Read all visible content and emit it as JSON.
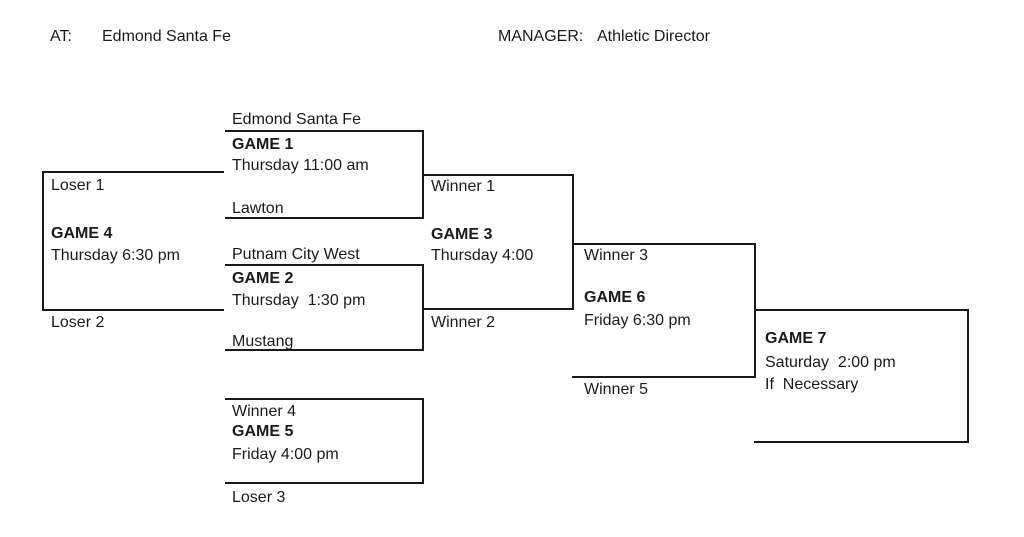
{
  "header": {
    "at_label": "AT:",
    "at_value": "Edmond Santa Fe",
    "manager_label": "MANAGER:",
    "manager_value": "Athletic Director"
  },
  "games": {
    "game1": {
      "top_team": "Edmond Santa Fe",
      "title": "GAME 1",
      "time": "Thursday 11:00 am",
      "bottom_team": "Lawton"
    },
    "game2": {
      "top_team": "Putnam City West",
      "title": "GAME 2",
      "time": "Thursday  1:30 pm",
      "bottom_team": "Mustang"
    },
    "game3": {
      "top_team": "Winner 1",
      "title": "GAME 3",
      "time": "Thursday 4:00",
      "bottom_team": "Winner 2"
    },
    "game4": {
      "top_team": "Loser 1",
      "title": "GAME 4",
      "time": "Thursday 6:30 pm",
      "bottom_team": "Loser 2"
    },
    "game5": {
      "top_team": "Winner 4",
      "title": "GAME 5",
      "time": "Friday 4:00 pm",
      "bottom_team": "Loser 3"
    },
    "game6": {
      "top_team": "Winner 3",
      "title": "GAME 6",
      "time": "Friday 6:30 pm",
      "bottom_team": "Winner 5"
    },
    "game7": {
      "title": "GAME 7",
      "time": "Saturday  2:00 pm",
      "note": "If  Necessary"
    }
  },
  "colors": {
    "line": "#1a1a1a",
    "text": "#1a1a1a"
  }
}
